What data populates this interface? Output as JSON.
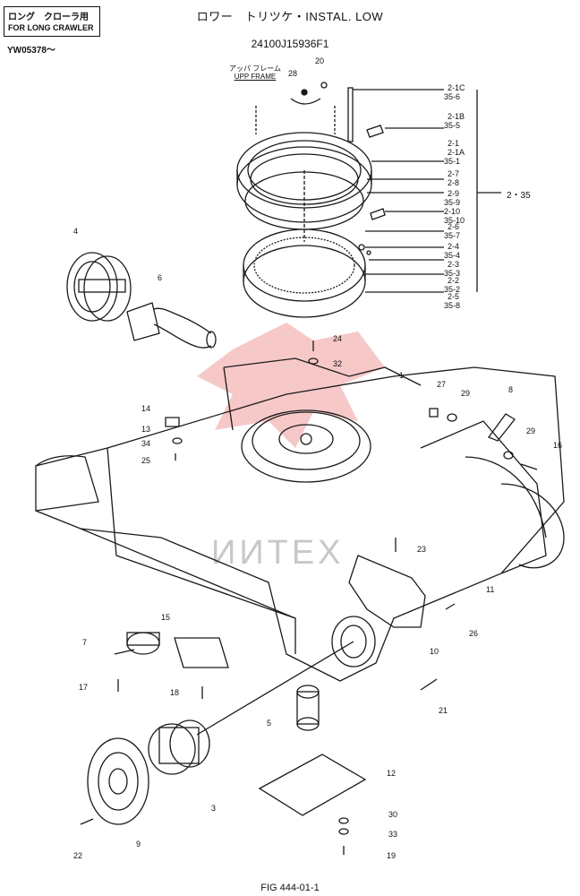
{
  "header": {
    "box_line1": "ロング　クローラ用",
    "box_line2": "FOR LONG CRAWLER",
    "serial": "YW05378～",
    "title": "ロワー　トリツケ・INSTAL. LOW",
    "part_number": "24100J15936F1",
    "frame_label_jp": "アッパ フレーム",
    "frame_label_en": "UPP FRAME"
  },
  "callouts_right": [
    {
      "text": "2-1C"
    },
    {
      "text": "35-6"
    },
    {
      "text": "2-1B"
    },
    {
      "text": "35-5"
    },
    {
      "text": "2-1"
    },
    {
      "text": "2-1A"
    },
    {
      "text": "35-1"
    },
    {
      "text": "2-7"
    },
    {
      "text": "2-8"
    },
    {
      "text": "2-9"
    },
    {
      "text": "35-9"
    },
    {
      "text": "2-10"
    },
    {
      "text": "35-10"
    },
    {
      "text": "2-6"
    },
    {
      "text": "35-7"
    },
    {
      "text": "2-4"
    },
    {
      "text": "35-4"
    },
    {
      "text": "2-3"
    },
    {
      "text": "35-3"
    },
    {
      "text": "2-2"
    },
    {
      "text": "35-2"
    },
    {
      "text": "2-5"
    },
    {
      "text": "35-8"
    }
  ],
  "group_label": "2・35",
  "part_labels": {
    "p1": "1",
    "p3": "3",
    "p4": "4",
    "p5": "5",
    "p6": "6",
    "p7": "7",
    "p8": "8",
    "p9": "9",
    "p10": "10",
    "p11": "11",
    "p12": "12",
    "p13": "13",
    "p14": "14",
    "p15": "15",
    "p16": "16",
    "p17": "17",
    "p18": "18",
    "p19": "19",
    "p20": "20",
    "p21": "21",
    "p22": "22",
    "p23": "23",
    "p24": "24",
    "p25": "25",
    "p26": "26",
    "p27": "27",
    "p28": "28",
    "p29a": "29",
    "p29b": "29",
    "p30": "30",
    "p32": "32",
    "p33": "33",
    "p34": "34"
  },
  "watermark": "ИИТЕХ",
  "footer": "FIG 444-01-1",
  "colors": {
    "line": "#1a1a1a",
    "watermark_red": "#e23b3b",
    "watermark_grey": "#c8c8c8"
  }
}
